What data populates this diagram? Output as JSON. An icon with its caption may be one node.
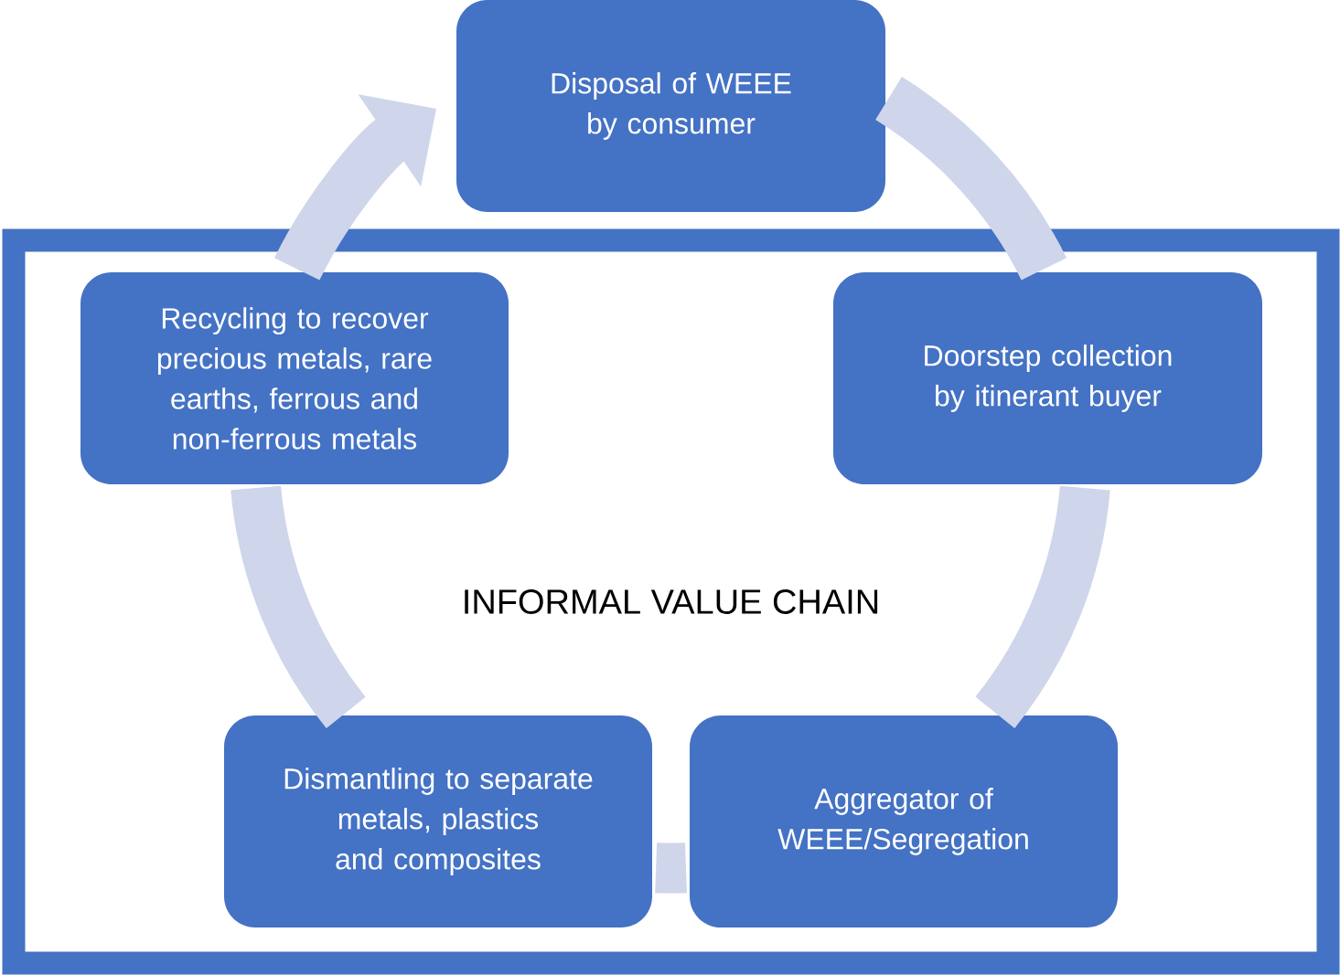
{
  "diagram": {
    "nodes": [
      {
        "text": [
          "Disposal of WEEE by consumer"
        ]
      },
      {
        "text": [
          "INFORMAL VALUE CHAIN"
        ]
      },
      {
        "text": [
          "Doorstep collection by itinerant buyer"
        ],
        "in": 1
      },
      {
        "text": [
          "Aggregator of WEEE/Segregation"
        ],
        "in": 1
      },
      {
        "text": [
          "Dismantling to separate metals, plastics and composites"
        ],
        "in": 1
      },
      {
        "text": [
          "Recycling to recover precious metals, rare earths, ferrous and non-ferrous metals"
        ],
        "in": 1
      }
    ],
    "edges": [
      {
        "from": 0,
        "to": 2,
        "arrow": "none"
      },
      {
        "from": 2,
        "to": 3,
        "arrow": "none"
      },
      {
        "from": 3,
        "to": 4,
        "arrow": "none"
      },
      {
        "from": 4,
        "to": 5,
        "arrow": "none"
      },
      {
        "from": 5,
        "to": 0,
        "arrow": "to"
      }
    ]
  }
}
